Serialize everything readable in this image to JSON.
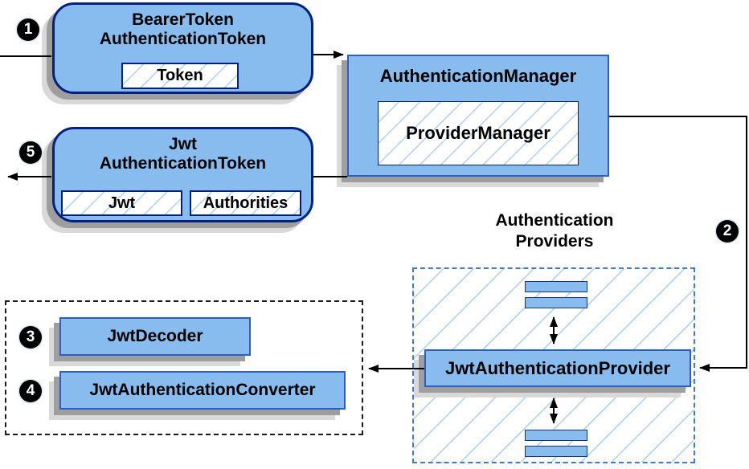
{
  "steps": {
    "s1": "1",
    "s2": "2",
    "s3": "3",
    "s4": "4",
    "s5": "5"
  },
  "nodes": {
    "bearer_token": {
      "line1": "BearerToken",
      "line2": "AuthenticationToken",
      "token_field": "Token"
    },
    "authentication_manager": {
      "title": "AuthenticationManager",
      "field": "ProviderManager"
    },
    "jwt_authentication_token": {
      "line1": "Jwt",
      "line2": "AuthenticationToken",
      "jwt_field": "Jwt",
      "authorities_field": "Authorities"
    },
    "authentication_providers": {
      "line1": "Authentication",
      "line2": "Providers"
    },
    "jwt_authentication_provider": {
      "title": "JwtAuthenticationProvider"
    },
    "jwt_decoder": {
      "title": "JwtDecoder"
    },
    "jwt_authentication_converter": {
      "title": "JwtAuthenticationConverter"
    }
  },
  "colors": {
    "node_fill": "#88bcef",
    "node_border_dark": "#002084",
    "node_border_medium": "#2e5fc0",
    "hatch_line": "#aed0ef",
    "providers_dashed_border": "#4379be",
    "group_dashed_border": "#1a1a1a",
    "shadow_dark": "#9e9e9e",
    "shadow_light": "#d9d9d9",
    "connector": "#000000",
    "badge_background": "#000000",
    "badge_text": "#ffffff"
  }
}
